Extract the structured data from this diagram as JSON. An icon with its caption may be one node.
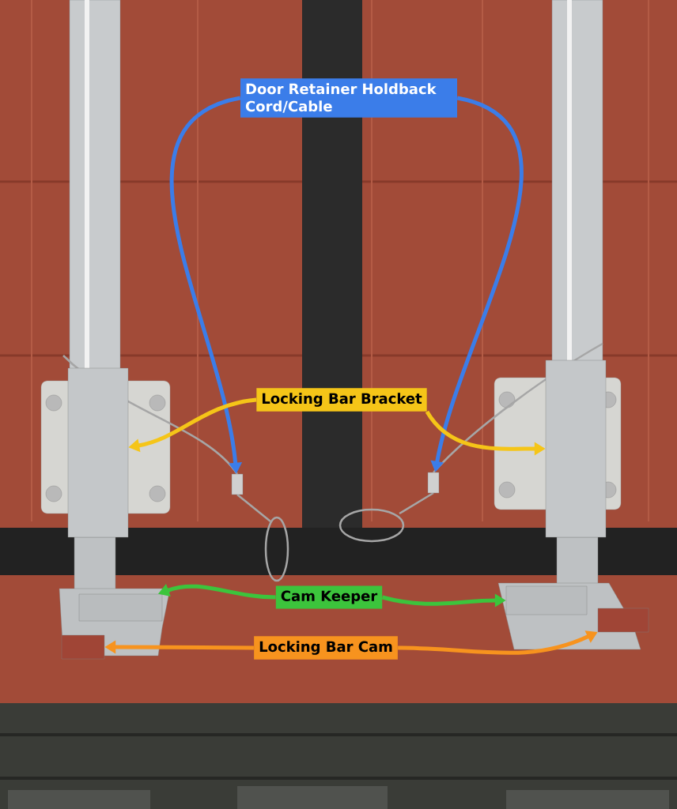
{
  "diagram": {
    "nodes": [
      {
        "text": [
          "Door Retainer Holdback Cord/Cable"
        ]
      },
      {
        "text": [
          "Locking Bar Bracket"
        ]
      },
      {
        "text": [
          "Cam Keeper"
        ]
      },
      {
        "text": [
          "Locking Bar Cam"
        ]
      },
      {
        "text": [],
        "shape": "box"
      },
      {
        "text": [],
        "shape": "box"
      },
      {
        "text": [],
        "shape": "box"
      },
      {
        "text": [],
        "shape": "box"
      },
      {
        "text": [],
        "shape": "box"
      },
      {
        "text": [],
        "shape": "box"
      },
      {
        "text": [],
        "shape": "box"
      },
      {
        "text": [],
        "shape": "box"
      }
    ],
    "edges": [
      {
        "from": 0,
        "to": 4,
        "arrow": "to",
        "color": "#3b7de9"
      },
      {
        "from": 0,
        "to": 5,
        "arrow": "to",
        "color": "#3b7de9"
      },
      {
        "from": 1,
        "to": 6,
        "arrow": "to",
        "color": "#f5c518"
      },
      {
        "from": 1,
        "to": 7,
        "arrow": "to",
        "color": "#f5c518"
      },
      {
        "from": 2,
        "to": 8,
        "arrow": "to",
        "color": "#3cc43c"
      },
      {
        "from": 2,
        "to": 9,
        "arrow": "to",
        "color": "#3cc43c"
      },
      {
        "from": 3,
        "to": 10,
        "arrow": "to",
        "color": "#f7931e"
      },
      {
        "from": 3,
        "to": 11,
        "arrow": "to",
        "color": "#f7931e"
      }
    ]
  }
}
